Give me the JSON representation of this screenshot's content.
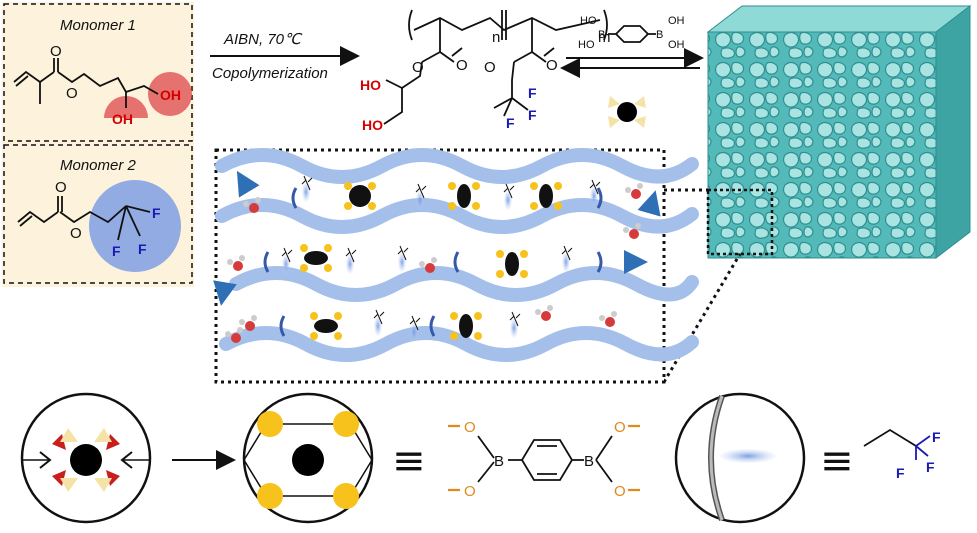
{
  "monomer1": {
    "title": "Monomer 1",
    "oh_a": "OH",
    "oh_b": "OH",
    "o": "O"
  },
  "monomer2": {
    "title": "Monomer 2",
    "o": "O",
    "f": "F"
  },
  "reaction": {
    "conditions": "AIBN, 70℃",
    "process": "Copolymerization"
  },
  "polymer": {
    "n": "n",
    "m": "m",
    "ho_top": "HO",
    "ho_bottom": "HO",
    "o": "O",
    "f": "F"
  },
  "crosslinker": {
    "ho": "HO",
    "oh": "OH",
    "b": "B"
  },
  "legend": {
    "equiv_symbol": "≡",
    "b": "B",
    "o": "O",
    "f": "F"
  },
  "colors": {
    "monomer_panel_bg": "#fdf3dc",
    "hydroxyl_red": "#d40000",
    "fluoro_blue": "#1a1ab4",
    "boronate_orange": "#e08a1e",
    "node_yellow": "#f7c21b",
    "chain_blue": "#9ebbe8",
    "hydrogel_teal": "#6ccbcb"
  },
  "icons": [
    "boronic-crosslinker-node-icon",
    "water-molecule-icon",
    "trifluoroethyl-side-chain-icon",
    "hydrogel-cube-icon",
    "flow-arrow-icon"
  ]
}
